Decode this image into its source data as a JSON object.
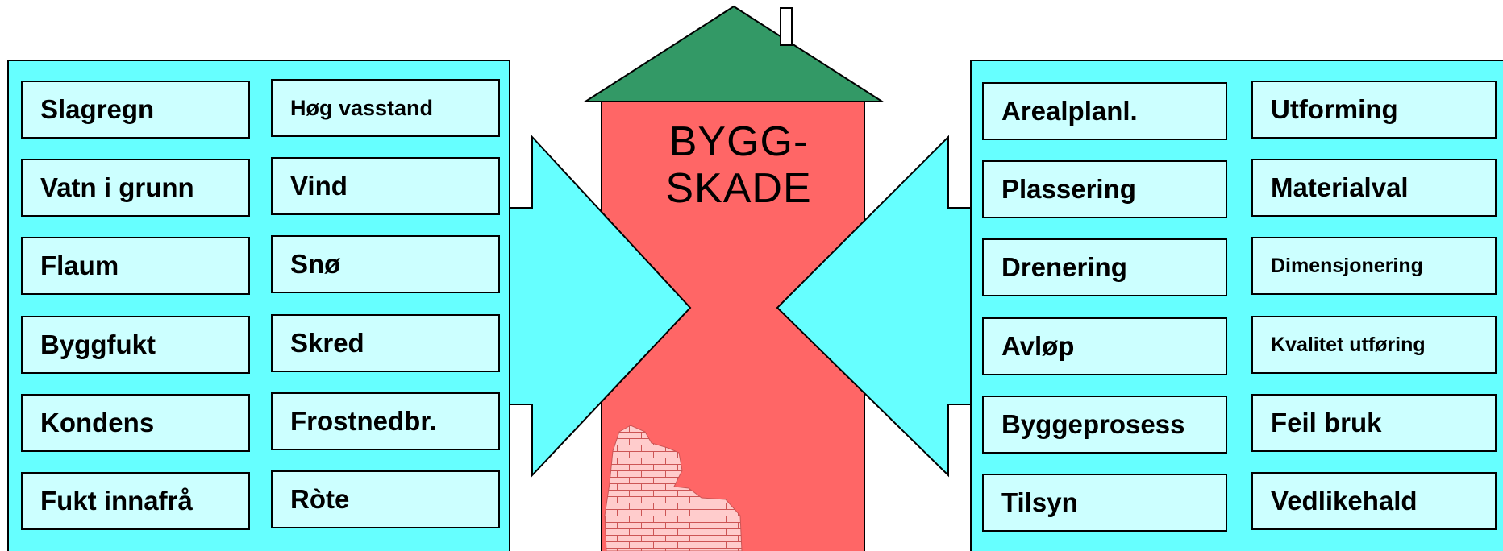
{
  "center": {
    "line1": "BYGG-",
    "line2": "SKADE"
  },
  "left_panel": {
    "col1": [
      "Slagregn",
      "Vatn i grunn",
      "Flaum",
      "Byggfukt",
      "Kondens",
      "Fukt innafrå"
    ],
    "col2": [
      "Høg vasstand",
      "Vind",
      "Snø",
      "Skred",
      "Frostnedbr.",
      "Ròte"
    ]
  },
  "right_panel": {
    "col1": [
      "Arealplanl.",
      "Plassering",
      "Drenering",
      "Avløp",
      "Byggeprosess",
      "Tilsyn"
    ],
    "col2": [
      "Utforming",
      "Materialval",
      "Dimensjonering",
      "Kvalitet utføring",
      "Feil bruk",
      "Vedlikehald"
    ]
  },
  "colors": {
    "panel": "#66ffff",
    "box": "#ccffff",
    "house": "#ff6666",
    "roof": "#339966",
    "bricks": "#ffcccc"
  }
}
